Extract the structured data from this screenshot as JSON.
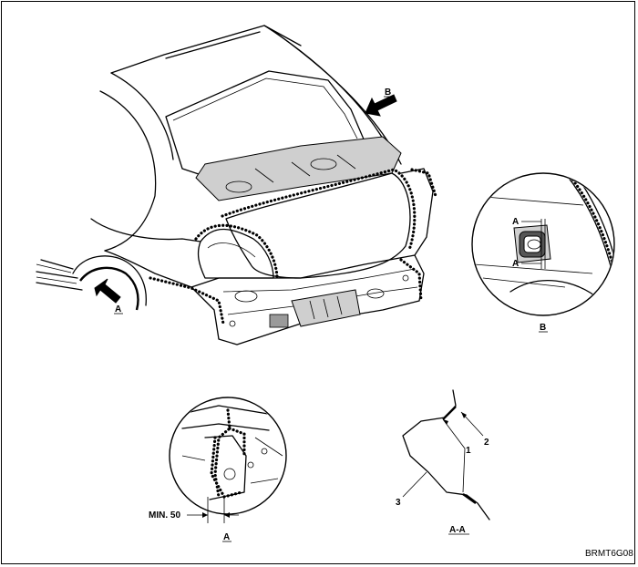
{
  "labels": {
    "view_a_arrow": "A",
    "view_b_arrow": "B",
    "detail_b_title": "B",
    "detail_b_section_top": "A",
    "detail_b_section_bottom": "A",
    "detail_a_title": "A",
    "min_dimension": "MIN. 50",
    "section_title": "A-A",
    "callout_1": "1",
    "callout_2": "2",
    "callout_3": "3",
    "drawing_code": "BRMT6G08"
  }
}
